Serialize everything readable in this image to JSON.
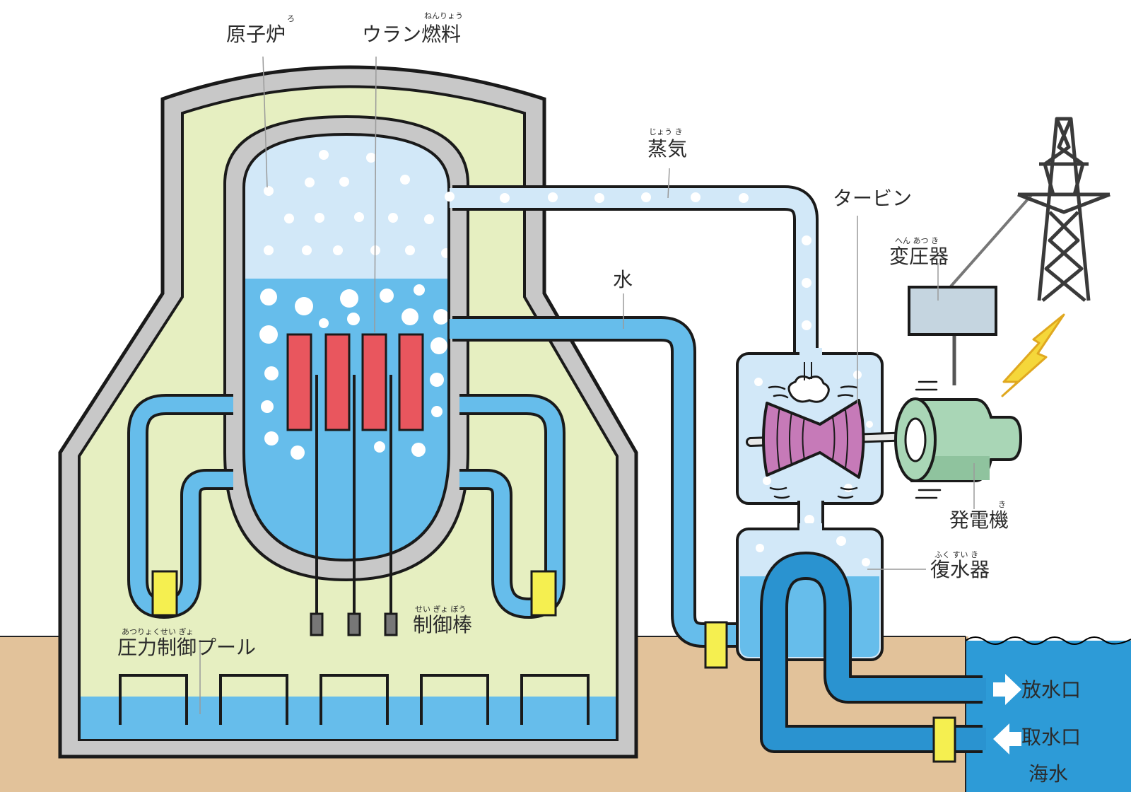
{
  "labels": {
    "reactor": "原子炉",
    "reactor_ruby": "ろ",
    "uranium_fuel": "ウラン燃料",
    "uranium_fuel_ruby": "ねんりょう",
    "steam": "蒸気",
    "steam_ruby": "じょう き",
    "water": "水",
    "turbine": "タービン",
    "transformer": "変圧器",
    "transformer_ruby": "へん あつ  き",
    "generator": "発電機",
    "generator_ruby": "き",
    "condenser": "復水器",
    "condenser_ruby": "ふく  すい  き",
    "control_rod": "制御棒",
    "control_rod_ruby": "せい ぎょ ぼう",
    "pressure_pool": "圧力制御プール",
    "pressure_pool_ruby": "あつりょくせい  ぎょ",
    "outlet": "放水口",
    "intake": "取水口",
    "seawater": "海水"
  },
  "colors": {
    "ground": "#e2c29a",
    "sea": "#2d9bd7",
    "building_fill": "#e6efc1",
    "wall_gray": "#c8c8c8",
    "steam_blue": "#d2e8f8",
    "water_blue": "#66bdeb",
    "fuel_red": "#e9565e",
    "pump_yellow": "#f5ef50",
    "turbine_purple": "#c67ab8",
    "generator_green": "#a9d6b6",
    "transformer_gray": "#c5d5e0",
    "cooling_pipe_blue": "#2a93d0",
    "bolt_yellow": "#f5d73a"
  }
}
